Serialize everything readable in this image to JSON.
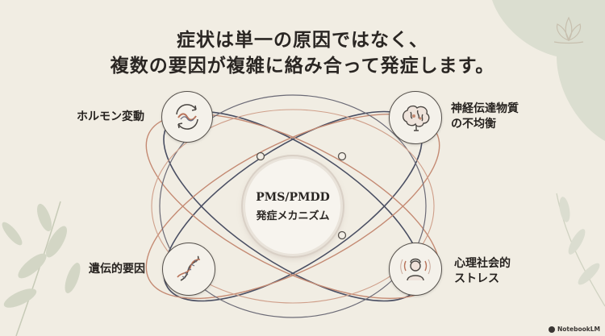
{
  "title": {
    "line1": "症状は単一の原因ではなく、",
    "line2": "複数の要因が複雑に絡み合って発症します。"
  },
  "center": {
    "line1": "PMS/PMDD",
    "line2": "発症メカニズム"
  },
  "factors": {
    "hormone": {
      "label": "ホルモン変動",
      "icon": "hormone-cycle-icon"
    },
    "neuro": {
      "line1": "神経伝達物質",
      "line2": "の不均衡",
      "icon": "brain-icon"
    },
    "genetic": {
      "label": "遺伝的要因",
      "icon": "dna-icon"
    },
    "stress": {
      "line1": "心理社会的",
      "line2": "ストレス",
      "icon": "stressed-person-icon"
    }
  },
  "branding": {
    "name": "NotebookLM"
  },
  "colors": {
    "background": "#f1ede3",
    "orbit_dark": "#4a4f63",
    "orbit_warm": "#c48a73",
    "leaf_green": "#b9c4ad"
  }
}
